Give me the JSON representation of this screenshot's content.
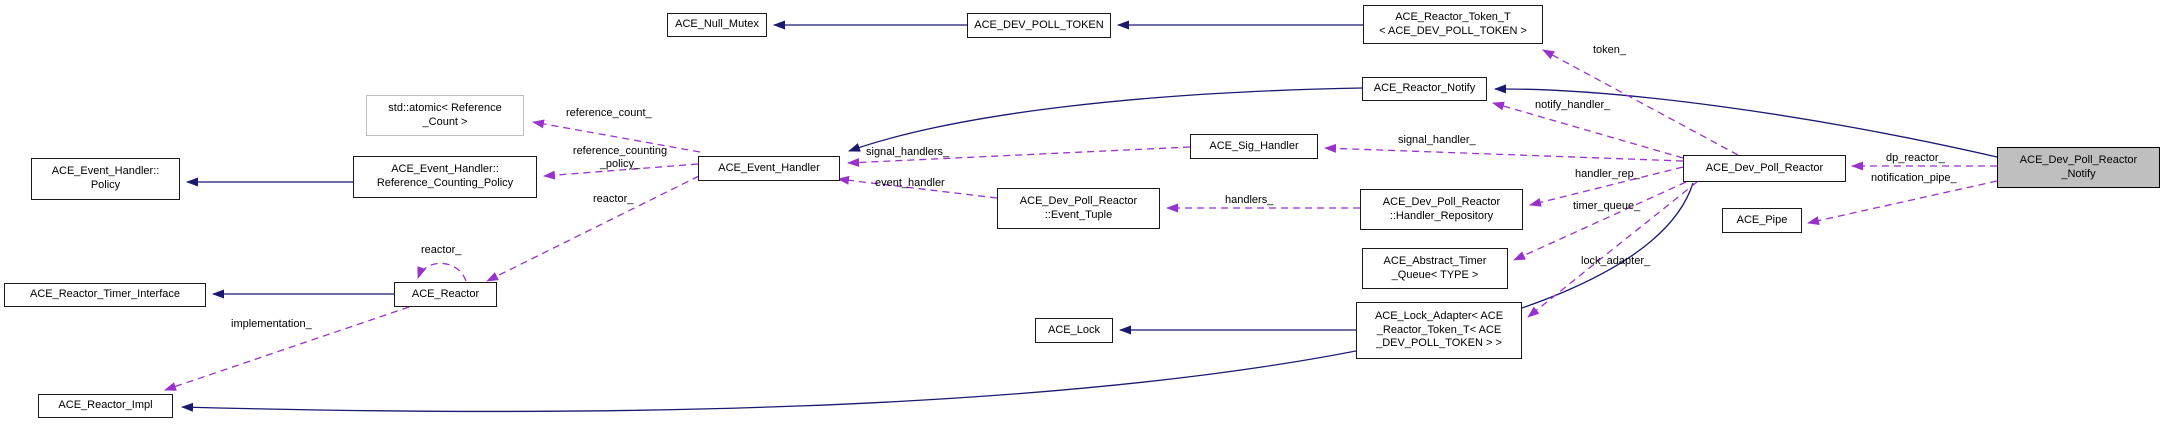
{
  "diagram_type": "doxygen-collaboration-diagram",
  "colors": {
    "inheritance_line": "#191970",
    "usage_line": "#9932cc",
    "highlight_fill": "#bfbfbf",
    "external_node_border": "#bdbdbd"
  },
  "nodes": {
    "null_mutex": {
      "label": "ACE_Null_Mutex"
    },
    "dev_poll_token": {
      "label": "ACE_DEV_POLL_TOKEN"
    },
    "reactor_token_t": {
      "label": "ACE_Reactor_Token_T\n< ACE_DEV_POLL_TOKEN >"
    },
    "reactor_notify": {
      "label": "ACE_Reactor_Notify"
    },
    "std_atomic": {
      "label": "std::atomic< Reference\n_Count >"
    },
    "eh_policy": {
      "label": "ACE_Event_Handler::\nPolicy"
    },
    "eh_ref_count_policy": {
      "label": "ACE_Event_Handler::\nReference_Counting_Policy"
    },
    "event_handler": {
      "label": "ACE_Event_Handler"
    },
    "sig_handler": {
      "label": "ACE_Sig_Handler"
    },
    "event_tuple": {
      "label": "ACE_Dev_Poll_Reactor\n::Event_Tuple"
    },
    "handler_repository": {
      "label": "ACE_Dev_Poll_Reactor\n::Handler_Repository"
    },
    "abstract_timer_queue": {
      "label": "ACE_Abstract_Timer\n_Queue< TYPE >"
    },
    "ace_lock": {
      "label": "ACE_Lock"
    },
    "lock_adapter": {
      "label": "ACE_Lock_Adapter< ACE\n_Reactor_Token_T< ACE\n_DEV_POLL_TOKEN > >"
    },
    "timer_interface": {
      "label": "ACE_Reactor_Timer_Interface"
    },
    "ace_reactor": {
      "label": "ACE_Reactor"
    },
    "reactor_impl": {
      "label": "ACE_Reactor_Impl"
    },
    "dev_poll_reactor": {
      "label": "ACE_Dev_Poll_Reactor"
    },
    "ace_pipe": {
      "label": "ACE_Pipe"
    },
    "dev_poll_reactor_notify": {
      "label": "ACE_Dev_Poll_Reactor\n_Notify"
    }
  },
  "edge_labels": {
    "token": {
      "text": "token_"
    },
    "notify_handler": {
      "text": "notify_handler_"
    },
    "reference_count": {
      "text": "reference_count_"
    },
    "ref_count_policy": {
      "text": "reference_counting\n_policy_"
    },
    "signal_handlers": {
      "text": "signal_handlers_"
    },
    "event_handler": {
      "text": "event_handler"
    },
    "signal_handler": {
      "text": "signal_handler_"
    },
    "handlers": {
      "text": "handlers_"
    },
    "handler_rep": {
      "text": "handler_rep_"
    },
    "timer_queue": {
      "text": "timer_queue_"
    },
    "lock_adapter": {
      "text": "lock_adapter_"
    },
    "reactor_member": {
      "text": "reactor_"
    },
    "reactor_self": {
      "text": "reactor_"
    },
    "implementation": {
      "text": "implementation_"
    },
    "dp_reactor": {
      "text": "dp_reactor_"
    },
    "notification_pipe": {
      "text": "notification_pipe_"
    }
  }
}
